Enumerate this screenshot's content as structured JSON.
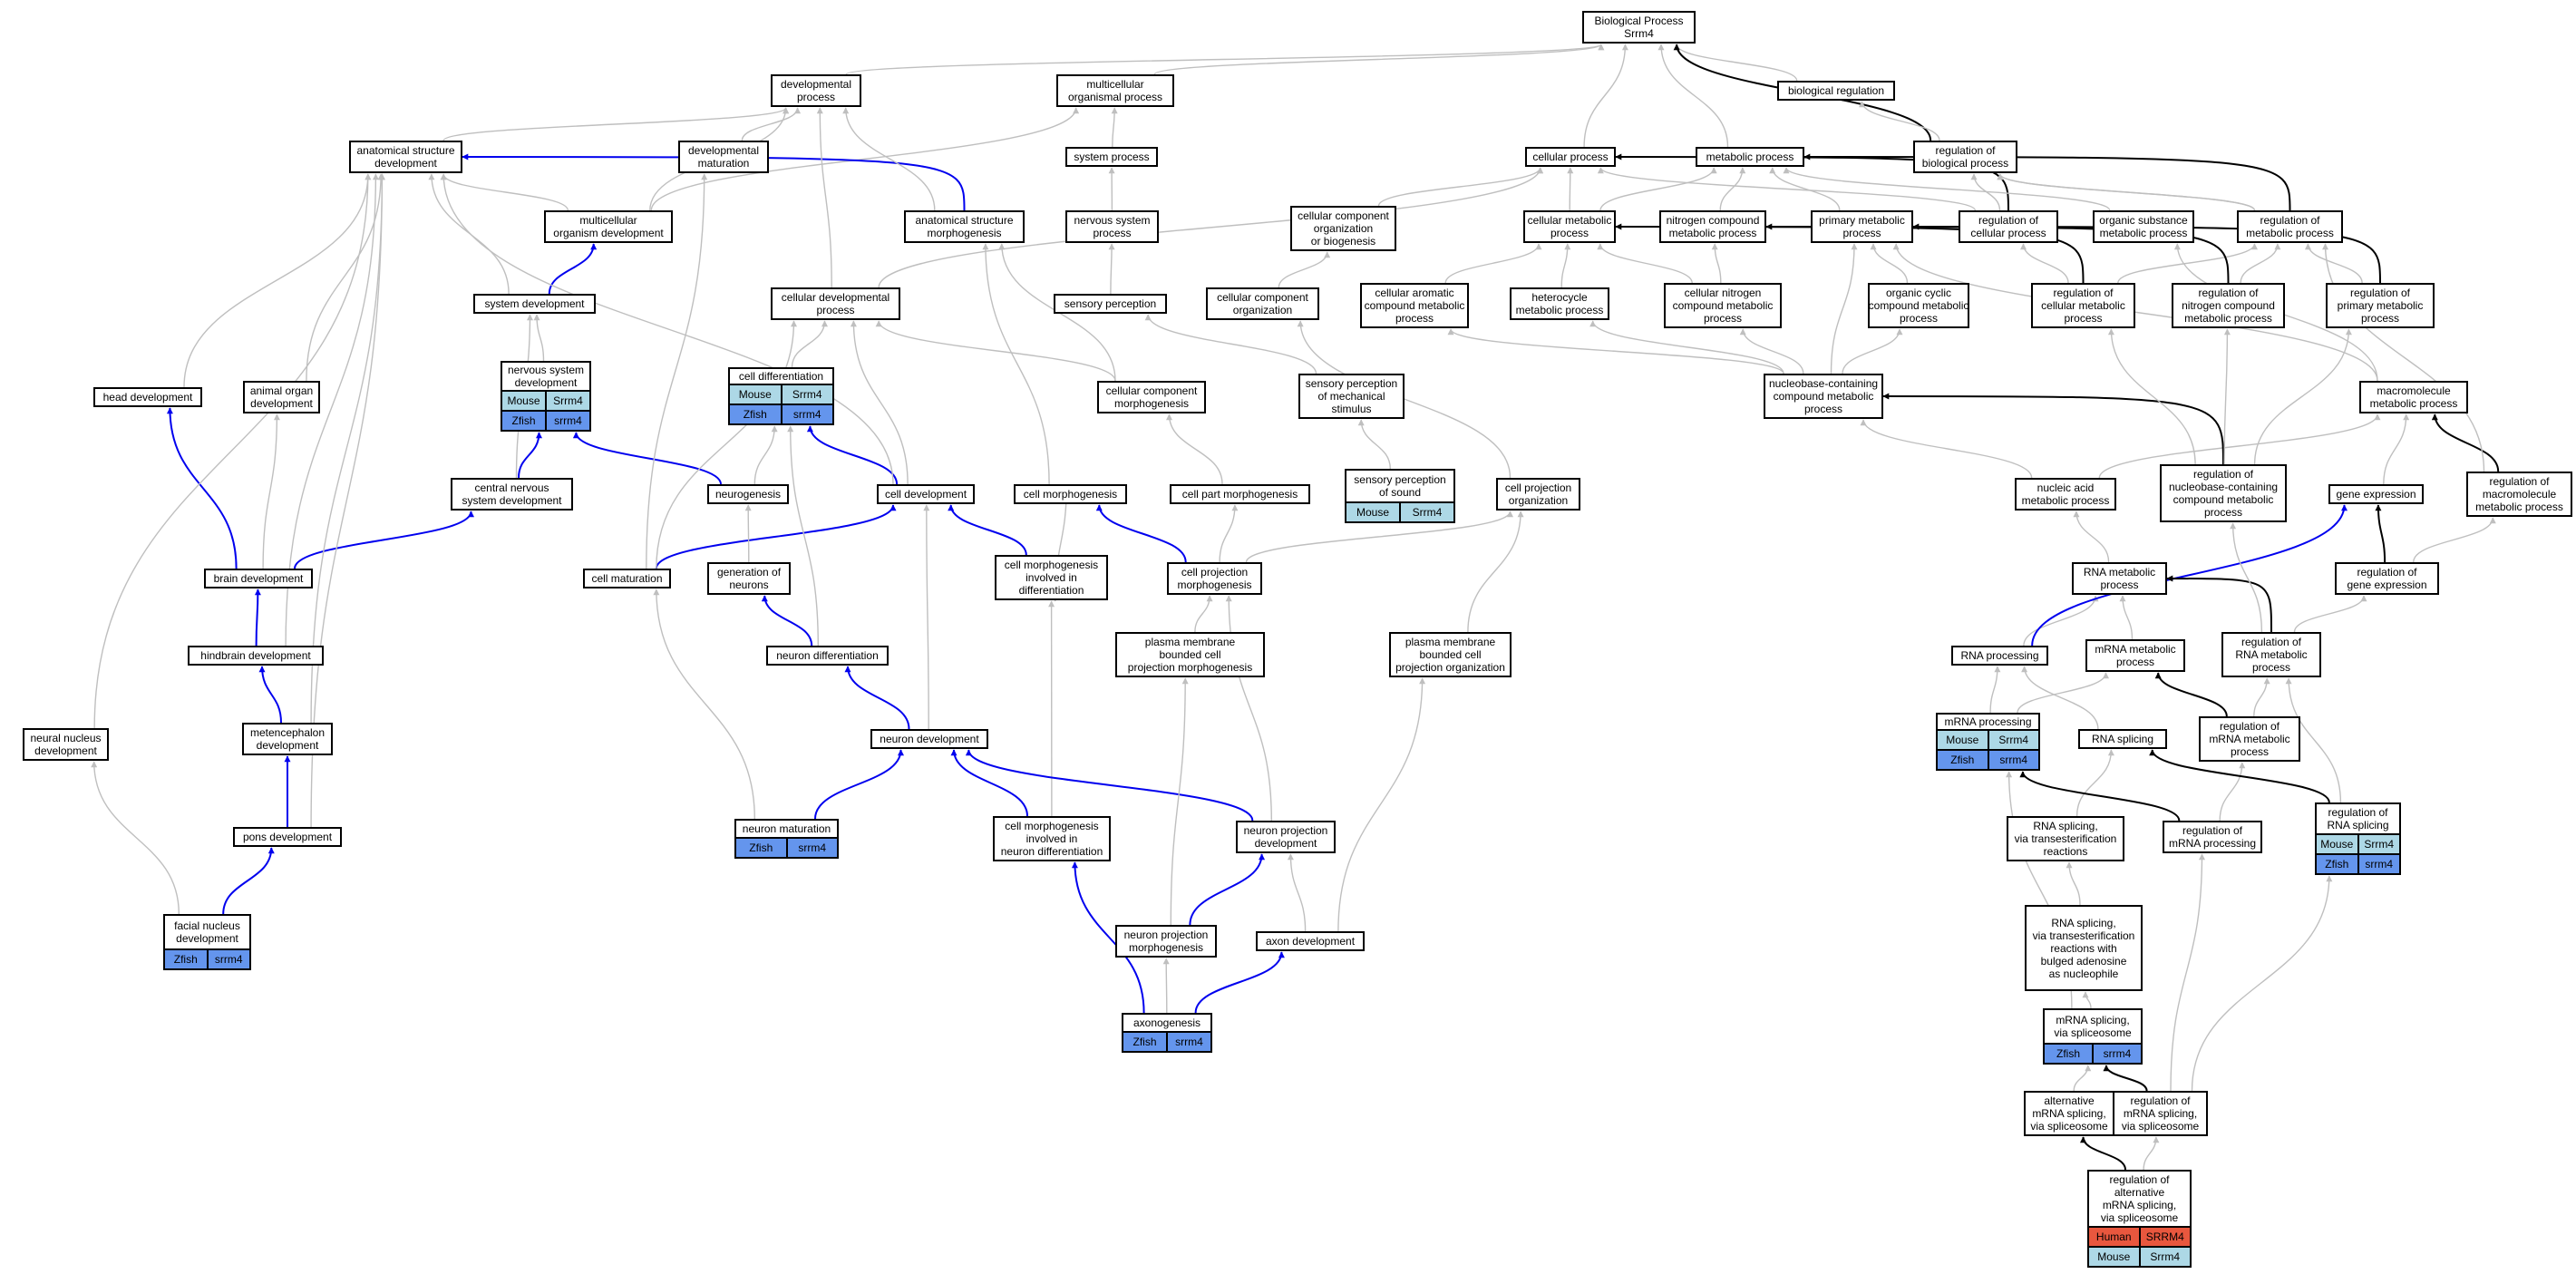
{
  "colors": {
    "is_a": "#bfbfbf",
    "part_of": "#0000ee",
    "regulates": "#000000",
    "mouse": "#add8e6",
    "zfish": "#6495ed",
    "human": "#e8573e"
  },
  "nodes": {
    "bp": {
      "label": "Biological Process\nSrrm4"
    },
    "devproc": {
      "label": "developmental\nprocess"
    },
    "mcop": {
      "label": "multicellular\norganismal process"
    },
    "bioreg": {
      "label": "biological regulation"
    },
    "asd": {
      "label": "anatomical structure\ndevelopment"
    },
    "devmat": {
      "label": "developmental\nmaturation"
    },
    "sysproc": {
      "label": "system process"
    },
    "cellproc": {
      "label": "cellular process"
    },
    "metproc": {
      "label": "metabolic process"
    },
    "regbio": {
      "label": "regulation of\nbiological process"
    },
    "mod": {
      "label": "multicellular\norganism development"
    },
    "asm": {
      "label": "anatomical structure\nmorphogenesis"
    },
    "nsp": {
      "label": "nervous system\nprocess"
    },
    "ccob": {
      "label": "cellular component\norganization\nor biogenesis"
    },
    "cmp": {
      "label": "cellular metabolic\nprocess"
    },
    "ncmp": {
      "label": "nitrogen compound\nmetabolic process"
    },
    "pmp": {
      "label": "primary metabolic\nprocess"
    },
    "regcell": {
      "label": "regulation of\ncellular process"
    },
    "osmp": {
      "label": "organic substance\nmetabolic process"
    },
    "regmet": {
      "label": "regulation of\nmetabolic process"
    },
    "sysdev": {
      "label": "system development"
    },
    "cdp": {
      "label": "cellular developmental\nprocess"
    },
    "sensp": {
      "label": "sensory perception"
    },
    "cco": {
      "label": "cellular component\norganization"
    },
    "cacmp": {
      "label": "cellular aromatic\ncompound metabolic\nprocess"
    },
    "hmp": {
      "label": "heterocycle\nmetabolic process"
    },
    "cncmp": {
      "label": "cellular nitrogen\ncompound metabolic\nprocess"
    },
    "occmp": {
      "label": "organic cyclic\ncompound metabolic\nprocess"
    },
    "regcmp": {
      "label": "regulation of\ncellular metabolic\nprocess"
    },
    "regncmp": {
      "label": "regulation of\nnitrogen compound\nmetabolic process"
    },
    "regpmp": {
      "label": "regulation of\nprimary metabolic\nprocess"
    },
    "headdev": {
      "label": "head development"
    },
    "aod": {
      "label": "animal organ\ndevelopment"
    },
    "nsd": {
      "label": "nervous system\ndevelopment",
      "rows": [
        [
          "mouse",
          "Mouse",
          "Srrm4"
        ],
        [
          "zfish",
          "Zfish",
          "srrm4"
        ]
      ]
    },
    "celldiff": {
      "label": "cell differentiation",
      "rows": [
        [
          "mouse",
          "Mouse",
          "Srrm4"
        ],
        [
          "zfish",
          "Zfish",
          "srrm4"
        ]
      ]
    },
    "ccm": {
      "label": "cellular component\nmorphogenesis"
    },
    "spms": {
      "label": "sensory perception\nof mechanical\nstimulus"
    },
    "nbccmp": {
      "label": "nucleobase-containing\ncompound metabolic\nprocess"
    },
    "mmp": {
      "label": "macromolecule\nmetabolic process"
    },
    "cnsd": {
      "label": "central nervous\nsystem development"
    },
    "neurogen": {
      "label": "neurogenesis"
    },
    "celldev": {
      "label": "cell development"
    },
    "cellmorph": {
      "label": "cell morphogenesis"
    },
    "cpm": {
      "label": "cell part morphogenesis"
    },
    "sps": {
      "label": "sensory perception\nof sound",
      "rows": [
        [
          "mouse",
          "Mouse",
          "Srrm4"
        ]
      ]
    },
    "cpo": {
      "label": "cell projection\norganization"
    },
    "namp": {
      "label": "nucleic acid\nmetabolic process"
    },
    "regnbc": {
      "label": "regulation of\nnucleobase-containing\ncompound metabolic\nprocess"
    },
    "geneexp": {
      "label": "gene expression"
    },
    "regmmp": {
      "label": "regulation of\nmacromolecule\nmetabolic process"
    },
    "braindev": {
      "label": "brain development"
    },
    "cellmat": {
      "label": "cell maturation"
    },
    "genneur": {
      "label": "generation of\nneurons"
    },
    "cmid": {
      "label": "cell morphogenesis\ninvolved in\ndifferentiation"
    },
    "cprojm": {
      "label": "cell projection\nmorphogenesis"
    },
    "rnamp": {
      "label": "RNA metabolic\nprocess"
    },
    "reggeneexp": {
      "label": "regulation of\ngene expression"
    },
    "hbd": {
      "label": "hindbrain development"
    },
    "neurdiff": {
      "label": "neuron differentiation"
    },
    "pmbcpm": {
      "label": "plasma membrane\nbounded cell\nprojection morphogenesis"
    },
    "pmbcpo": {
      "label": "plasma membrane\nbounded cell\nprojection organization"
    },
    "rnaproc": {
      "label": "RNA processing"
    },
    "mrnamp": {
      "label": "mRNA metabolic\nprocess"
    },
    "regrnamp": {
      "label": "regulation of\nRNA metabolic\nprocess"
    },
    "nnd": {
      "label": "neural nucleus\ndevelopment"
    },
    "metdev": {
      "label": "metencephalon\ndevelopment"
    },
    "neurondev": {
      "label": "neuron development"
    },
    "mrnaproc": {
      "label": "mRNA processing",
      "rows": [
        [
          "mouse",
          "Mouse",
          "Srrm4"
        ],
        [
          "zfish",
          "Zfish",
          "srrm4"
        ]
      ]
    },
    "rnasplice": {
      "label": "RNA splicing"
    },
    "regmrnamp": {
      "label": "regulation of\nmRNA metabolic\nprocess"
    },
    "neuronmat": {
      "label": "neuron maturation",
      "rows": [
        [
          "zfish",
          "Zfish",
          "srrm4"
        ]
      ]
    },
    "cmind": {
      "label": "cell morphogenesis\ninvolved in\nneuron differentiation"
    },
    "npd": {
      "label": "neuron projection\ndevelopment"
    },
    "rnaste": {
      "label": "RNA splicing,\nvia transesterification\nreactions"
    },
    "regmrnaproc": {
      "label": "regulation of\nmRNA processing"
    },
    "regrnasplice": {
      "label": "regulation of\nRNA splicing",
      "rows": [
        [
          "mouse",
          "Mouse",
          "Srrm4"
        ],
        [
          "zfish",
          "Zfish",
          "srrm4"
        ]
      ]
    },
    "ponsdev": {
      "label": "pons development"
    },
    "facnd": {
      "label": "facial nucleus\ndevelopment",
      "rows": [
        [
          "zfish",
          "Zfish",
          "srrm4"
        ]
      ]
    },
    "npm": {
      "label": "neuron projection\nmorphogenesis"
    },
    "axondev": {
      "label": "axon development"
    },
    "rnastba": {
      "label": "RNA splicing,\nvia transesterification\nreactions with\nbulged adenosine\nas nucleophile"
    },
    "axonogen": {
      "label": "axonogenesis",
      "rows": [
        [
          "zfish",
          "Zfish",
          "srrm4"
        ]
      ]
    },
    "mrnass": {
      "label": "mRNA splicing,\nvia spliceosome",
      "rows": [
        [
          "zfish",
          "Zfish",
          "srrm4"
        ]
      ]
    },
    "altsplice": {
      "label": "alternative\nmRNA splicing,\nvia spliceosome"
    },
    "regmrnass": {
      "label": "regulation of\nmRNA splicing,\nvia spliceosome"
    },
    "regaltsplice": {
      "label": "regulation of\nalternative\nmRNA splicing,\nvia spliceosome",
      "rows": [
        [
          "human",
          "Human",
          "SRRM4"
        ],
        [
          "mouse",
          "Mouse",
          "Srrm4"
        ]
      ]
    }
  }
}
